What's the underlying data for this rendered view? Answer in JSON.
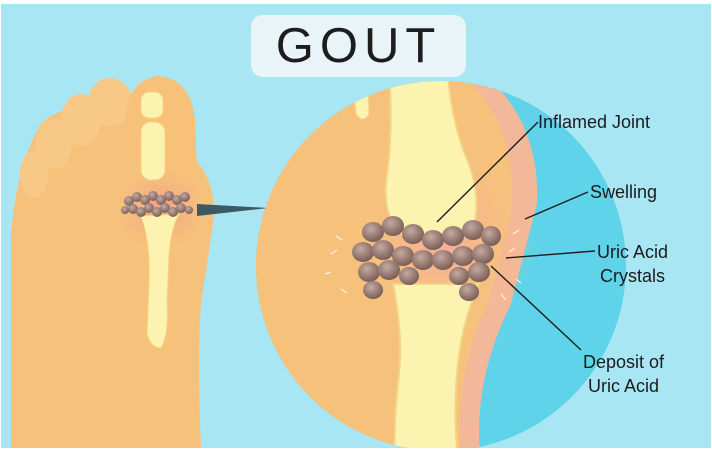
{
  "title": "GOUT",
  "labels": {
    "inflamed_joint": "Inflamed Joint",
    "swelling": "Swelling",
    "uric_acid_crystals_line1": "Uric Acid",
    "uric_acid_crystals_line2": "Crystals",
    "deposit_line1": "Deposit of",
    "deposit_line2": "Uric Acid"
  },
  "colors": {
    "background": "#a9e6f4",
    "skin": "#f6c27b",
    "bone": "#fdf3b0",
    "inflammation": "#f3a7a0",
    "crystal": "#9e8178"
  }
}
